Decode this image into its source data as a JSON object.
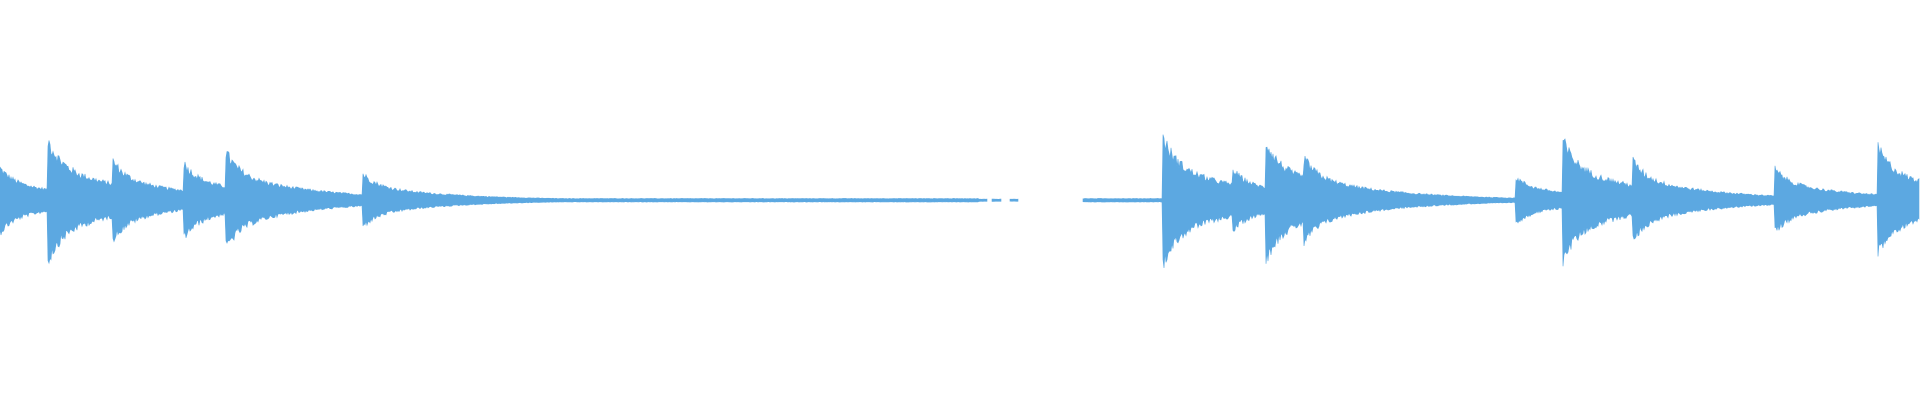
{
  "waveform": {
    "color": "#5ca8e1",
    "background": "#ffffff",
    "onsets_sec": [
      0,
      1.0,
      2.4,
      3.9,
      4.8,
      7.7,
      24.7,
      26.2,
      26.9,
      27.7,
      32.2,
      33.2,
      34.7,
      37.7,
      39.9
    ],
    "peak_amplitudes": [
      0.18,
      0.35,
      0.22,
      0.21,
      0.27,
      0.15,
      0.36,
      0.17,
      0.33,
      0.24,
      0.13,
      0.34,
      0.22,
      0.18,
      0.3
    ],
    "silent_range_sec": [
      20.8,
      23.0
    ],
    "duration_sec": 40.8
  }
}
